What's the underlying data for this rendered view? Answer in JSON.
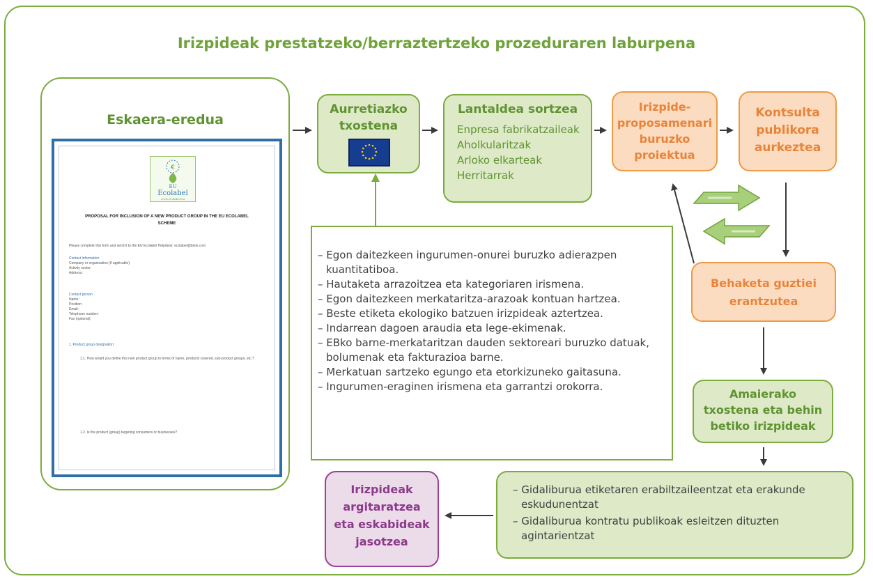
{
  "title": "Irizpideak prestatzeko/berraztertzeko prozeduraren laburpena",
  "request_form": {
    "heading": "Eskaera-eredua",
    "document": {
      "logo_text": "Ecolabel",
      "logo_sub": "EU",
      "logo_url": "www.ecolabel.eu",
      "title": "PROPOSAL FOR INCLUSION OF A NEW PRODUCT GROUP IN THE EU ECOLABEL SCHEME",
      "intro": "Please complete this form and send it to the EU Ecolabel Helpdesk: ecolabel@biois.com",
      "contact_info_heading": "Contact information",
      "contact_info_lines": [
        "Company or organisation (if applicable):",
        "Activity sector:",
        "Address:"
      ],
      "contact_person_heading": "Contact person",
      "contact_person_lines": [
        "Name:",
        "Position:",
        "Email:",
        "Telephone number:",
        "Fax (optional):"
      ],
      "section_1": "1.    Product group designation:",
      "q_1_1": "1.1. How would you define this new product group in terms of name, products covered, sub-product groups, etc.?",
      "q_1_2": "1.2. Is the product (group) targeting consumers or businesses?"
    }
  },
  "preliminary_report": {
    "line1": "Aurretiazko",
    "line2": "txostena"
  },
  "working_group": {
    "heading": "Lantaldea sortzea",
    "items": [
      "Enpresa fabrikatzaileak",
      "Aholkularitzak",
      "Arloko elkarteak",
      "Herritarrak"
    ]
  },
  "draft_proposal": {
    "lines": [
      "Irizpide-",
      "proposamenari",
      "buruzko",
      "proiektua"
    ]
  },
  "public_consultation": {
    "lines": [
      "Kontsulta",
      "publikora",
      "aurkeztea"
    ]
  },
  "respond_comments": {
    "lines": [
      "Behaketa guztiei",
      "erantzutea"
    ]
  },
  "final_report": {
    "lines": [
      "Amaierako",
      "txostena eta behin",
      "betiko irizpideak"
    ]
  },
  "publication": {
    "lines": [
      "Irizpideak",
      "argitaratzea",
      "eta eskabideak",
      "jasotzea"
    ]
  },
  "report_contents": [
    "– Egon daitezkeen ingurumen-onurei buruzko adierazpen kuantitatiboa.",
    "– Hautaketa arrazoitzea eta kategoriaren irismena.",
    "– Egon daitezkeen merkataritza-arazoak kontuan hartzea.",
    "– Beste etiketa ekologiko batzuen irizpideak aztertzea.",
    "– Indarrean dagoen araudia eta lege-ekimenak.",
    "– EBko barne-merkataritzan dauden sektoreari buruzko datuak, bolumenak eta fakturazioa barne.",
    "–  Merkatuan sartzeko egungo eta etorkizuneko gaitasuna.",
    "– Ingurumen-eraginen irismena eta garrantzi orokorra."
  ],
  "guides": [
    "– Gidaliburua etiketaren erabiltzaileentzat eta erakunde eskudunentzat",
    "– Gidaliburua kontratu publikoak esleitzen dituzten agintarientzat"
  ],
  "colors": {
    "green": "#7cab3e",
    "green_fill": "#dde9c7",
    "orange": "#ef9a45",
    "orange_fill": "#fbdcc1",
    "purple": "#9b3f98",
    "purple_fill": "#ecdcea",
    "arrow": "#3a3a3a"
  }
}
